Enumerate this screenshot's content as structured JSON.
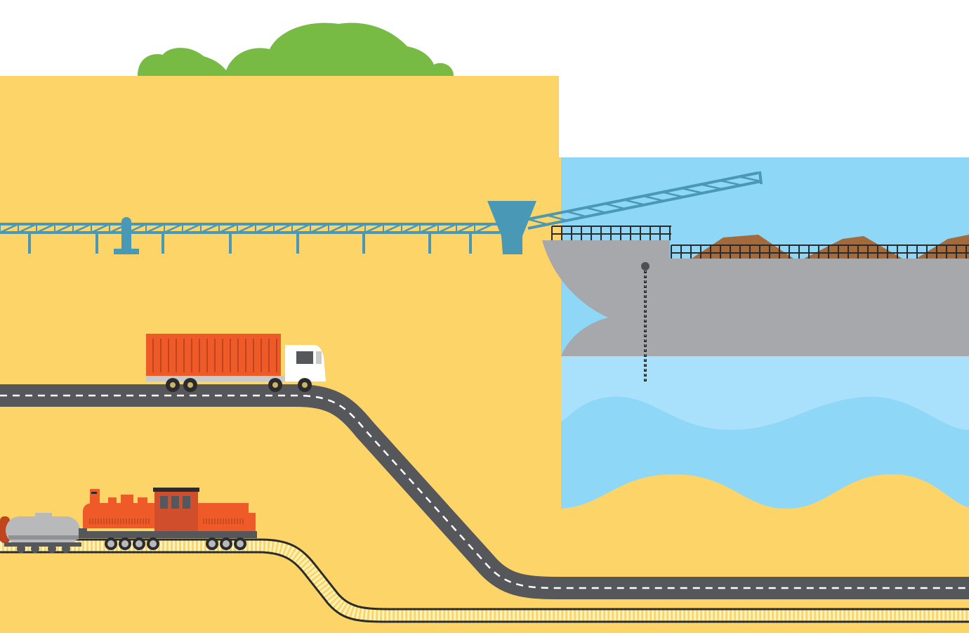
{
  "scene": {
    "elements": [
      "green-bushes",
      "sand-ground",
      "sea-water",
      "conveyor-gantry",
      "loading-hopper",
      "boom-arm",
      "cargo-ship",
      "ore-piles",
      "anchor-chain",
      "highway-road",
      "container-truck",
      "railway-track",
      "locomotive",
      "tank-wagon"
    ]
  },
  "colors": {
    "sky": "#ffffff",
    "sand": "#fcd468",
    "sea": "#8fd7f7",
    "sea_light": "#a9e0fb",
    "bush": "#77bb45",
    "steel": "#4898b6",
    "ship_hull": "#a6a8ab",
    "ore": "#a46a3c",
    "road": "#55575b",
    "road_marking": "#ffffff",
    "truck_container": "#ee5a28",
    "truck_cab": "#ffffff",
    "locomotive": "#ee5a28",
    "locomotive_cab": "#d04e2c",
    "tank_wagon": "#b7b9bb",
    "rail": "#2b2b2b",
    "rail_ties": "#fff4b8"
  }
}
